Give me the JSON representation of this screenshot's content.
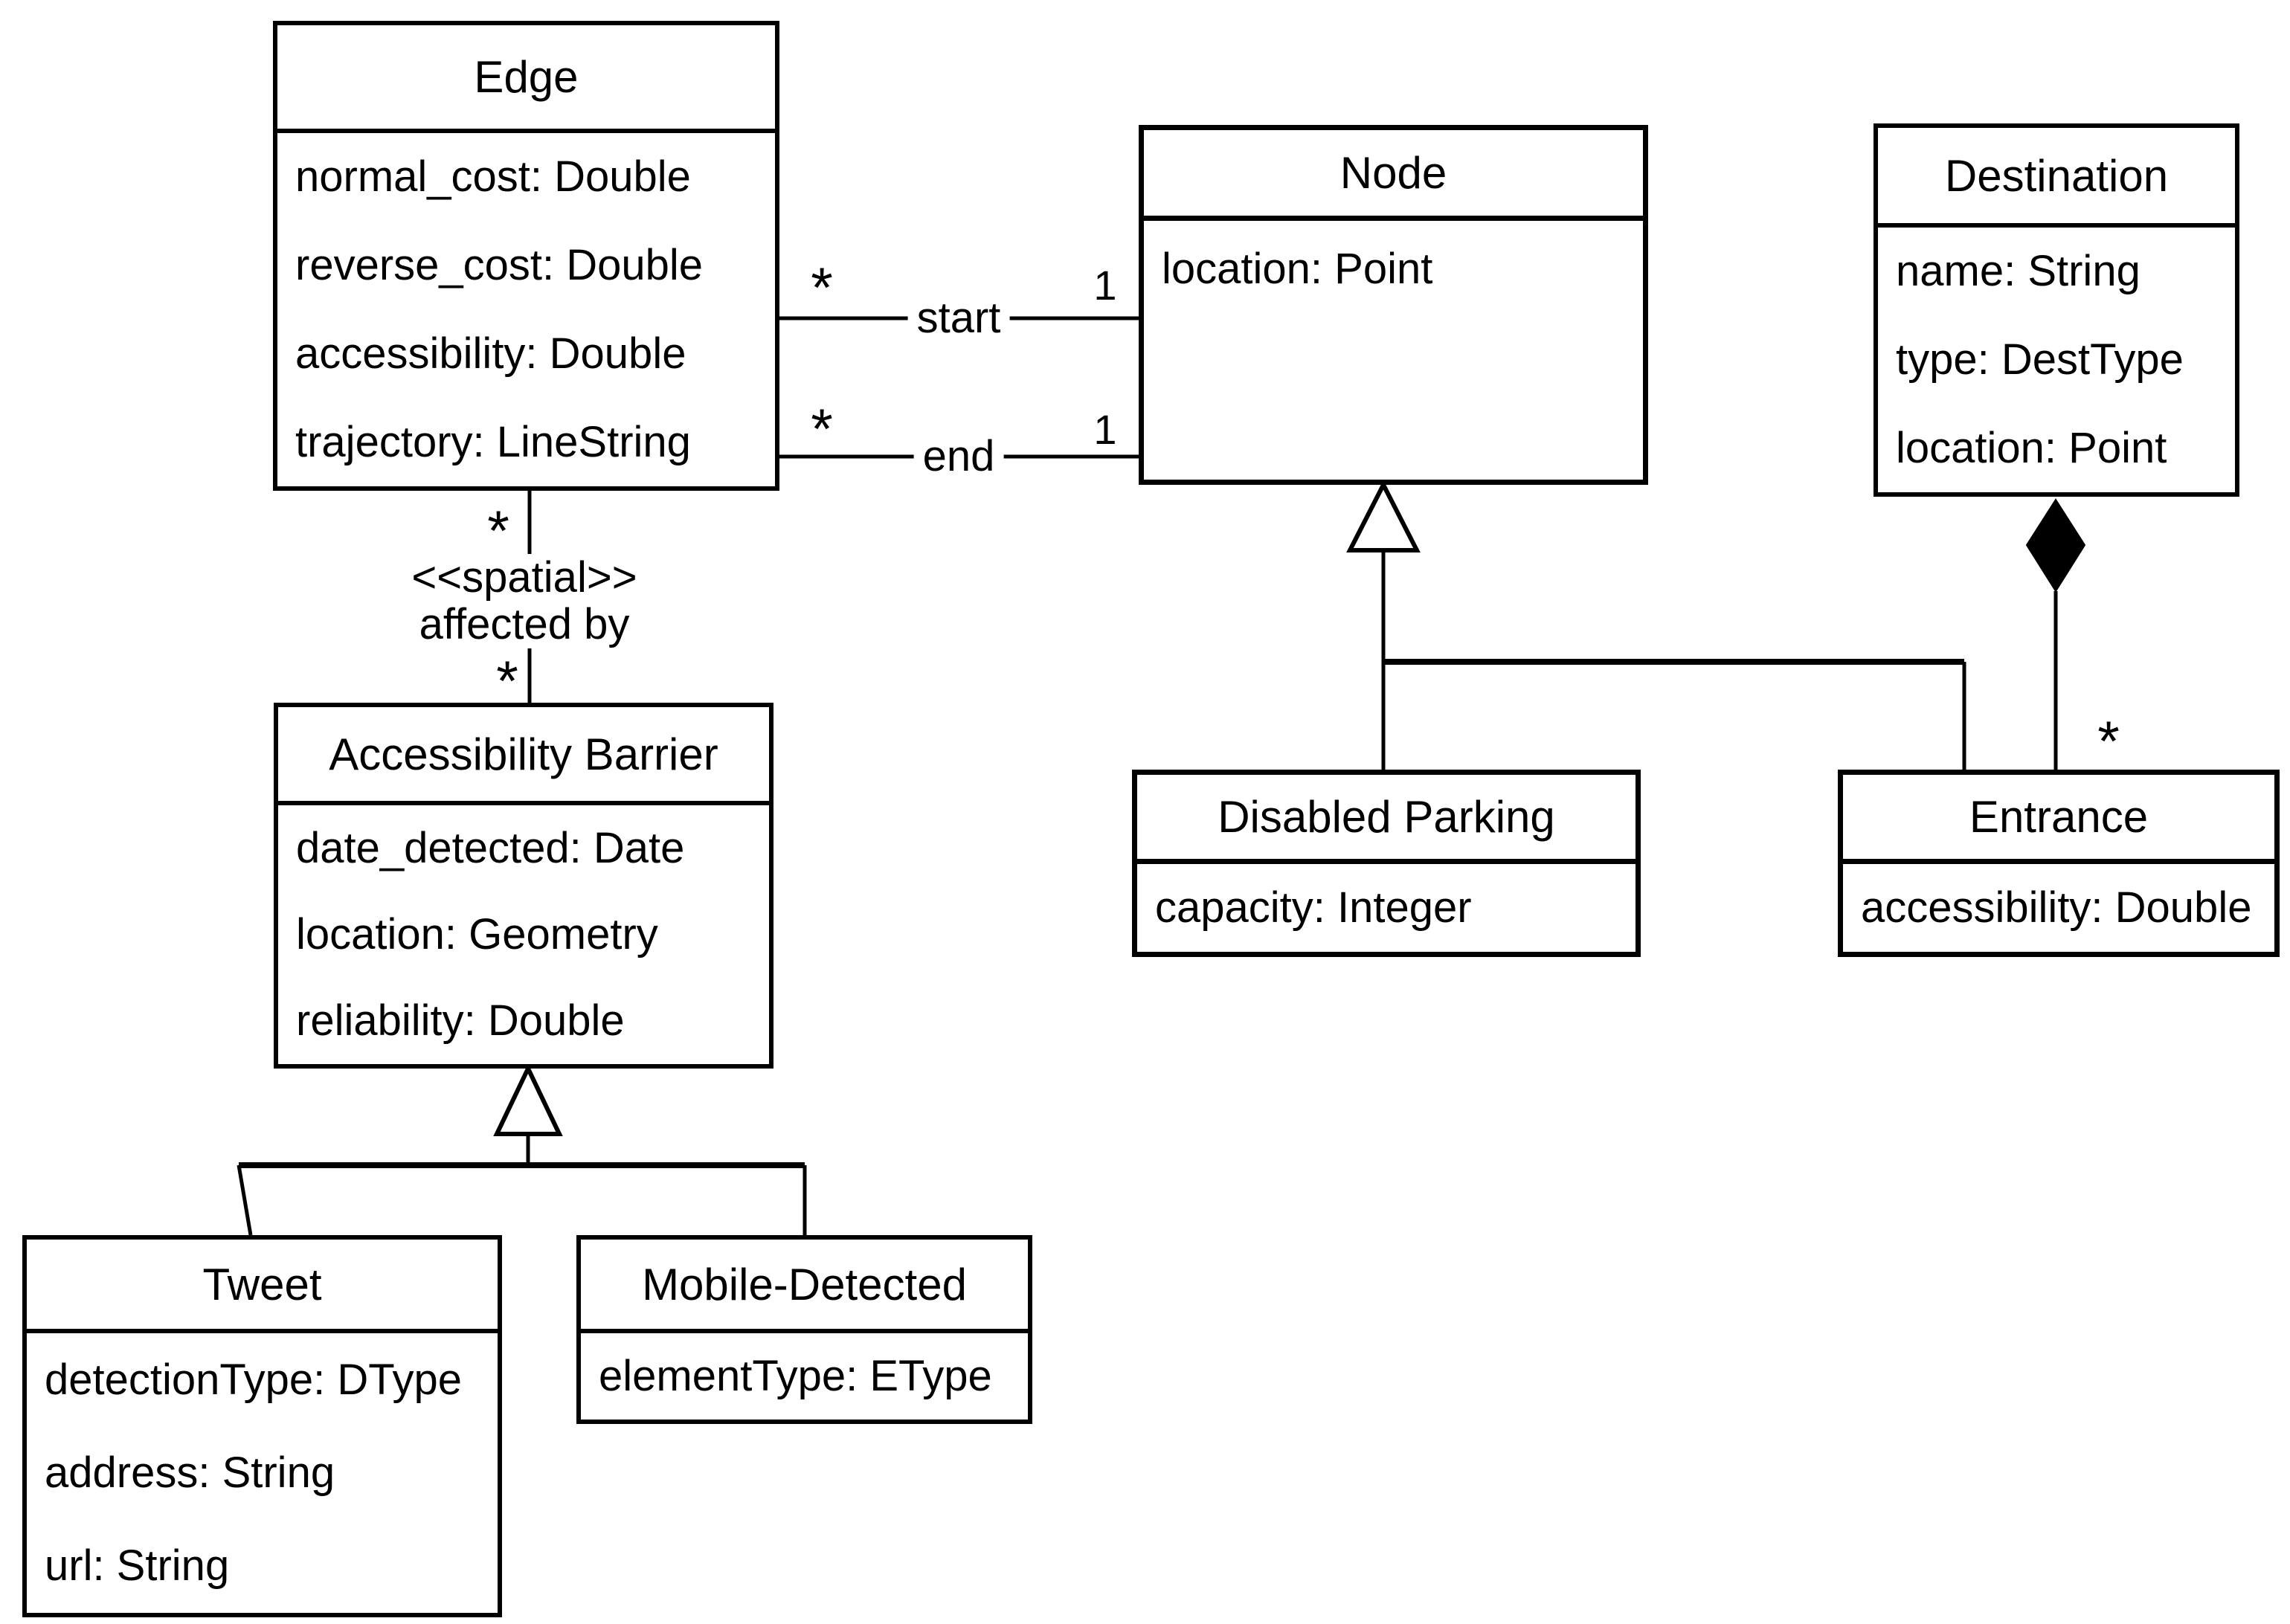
{
  "diagram": {
    "type": "uml-class-diagram",
    "background_color": "#ffffff",
    "line_color": "#000000",
    "text_color": "#000000"
  },
  "classes": {
    "edge": {
      "name": "Edge",
      "attributes": [
        "normal_cost: Double",
        "reverse_cost: Double",
        "accessibility: Double",
        "trajectory: LineString"
      ]
    },
    "node": {
      "name": "Node",
      "attributes": [
        "location: Point"
      ]
    },
    "destination": {
      "name": "Destination",
      "attributes": [
        "name: String",
        "type: DestType",
        "location: Point"
      ]
    },
    "accessibility_barrier": {
      "name": "Accessibility Barrier",
      "attributes": [
        "date_detected: Date",
        "location: Geometry",
        "reliability: Double"
      ]
    },
    "disabled_parking": {
      "name": "Disabled Parking",
      "attributes": [
        "capacity: Integer"
      ]
    },
    "entrance": {
      "name": "Entrance",
      "attributes": [
        "accessibility: Double"
      ]
    },
    "tweet": {
      "name": "Tweet",
      "attributes": [
        "detectionType: DType",
        "address: String",
        "url: String"
      ]
    },
    "mobile_detected": {
      "name": "Mobile-Detected",
      "attributes": [
        "elementType: EType"
      ]
    }
  },
  "relationships": {
    "start_association": {
      "label": "start",
      "edge_multiplicity": "*",
      "node_multiplicity": "1"
    },
    "end_association": {
      "label": "end",
      "edge_multiplicity": "*",
      "node_multiplicity": "1"
    },
    "affected_by": {
      "stereotype": "<<spatial>>",
      "label": "affected by",
      "edge_multiplicity": "*",
      "barrier_multiplicity": "*"
    },
    "entrance_composition": {
      "entrance_multiplicity": "*"
    }
  }
}
